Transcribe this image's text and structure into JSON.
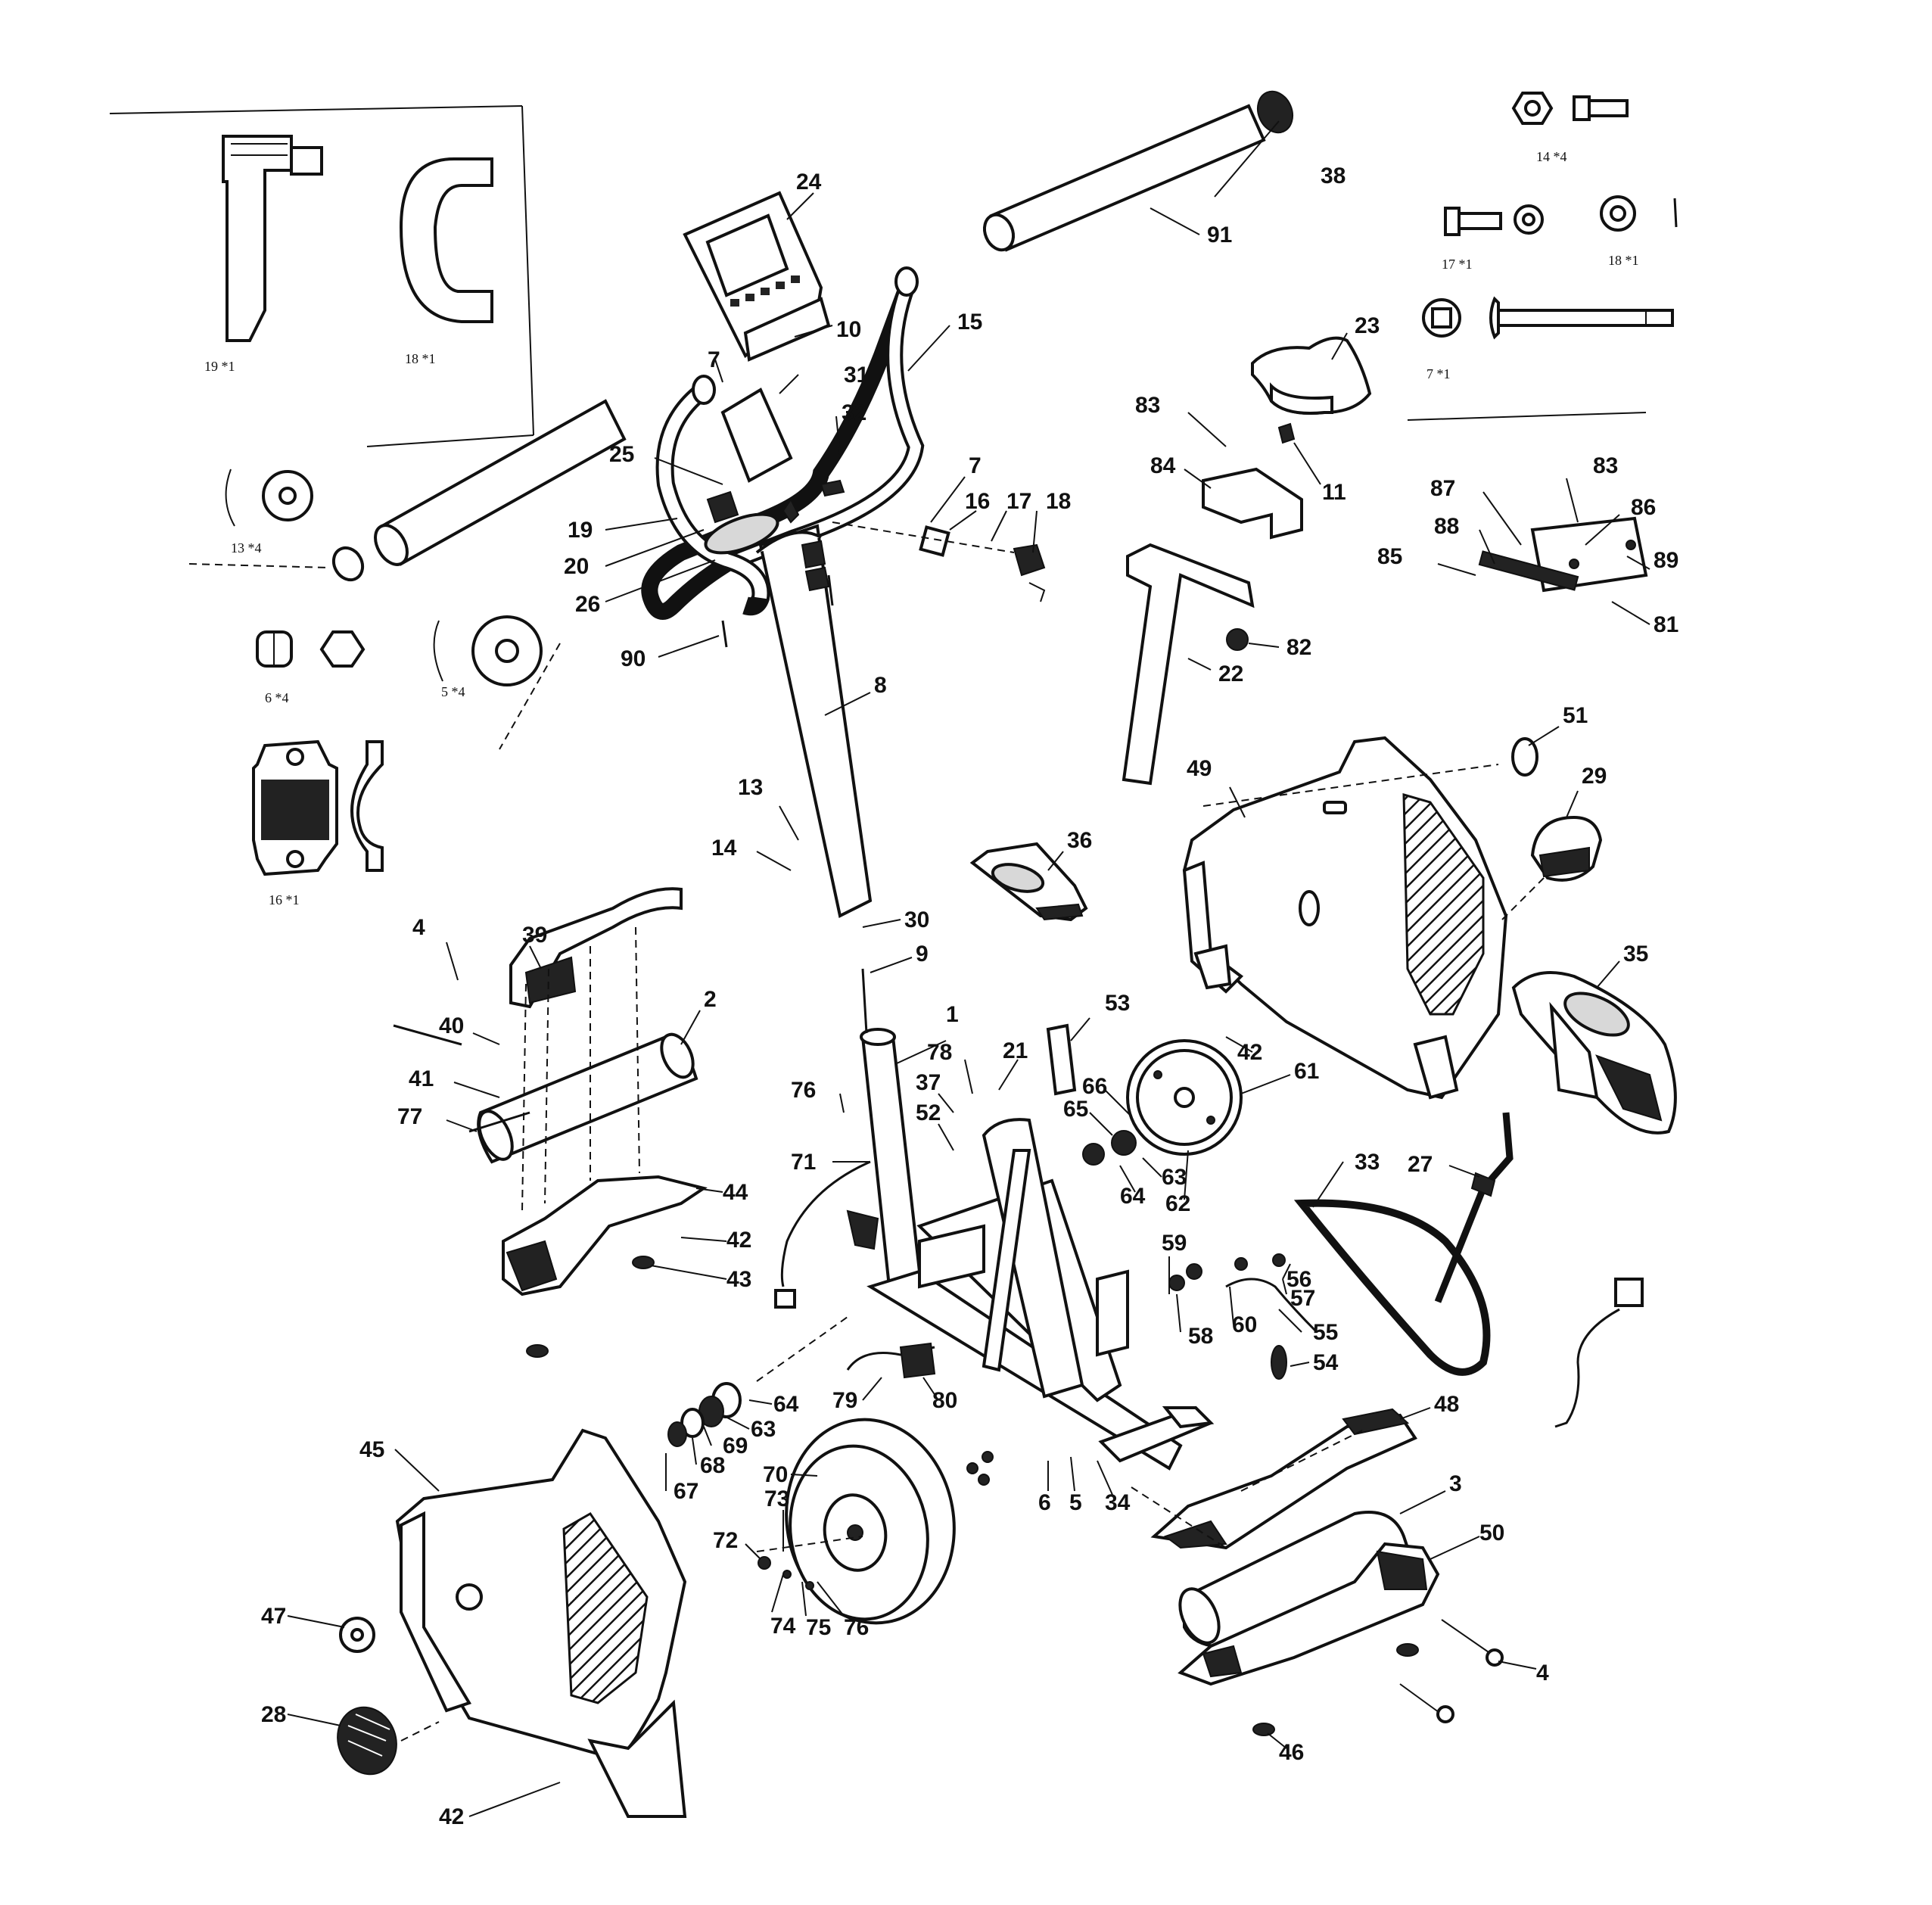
{
  "callouts": [
    {
      "id": "c24",
      "text": "24"
    },
    {
      "id": "c38",
      "text": "38"
    },
    {
      "id": "c91",
      "text": "91"
    },
    {
      "id": "c10",
      "text": "10"
    },
    {
      "id": "c15",
      "text": "15"
    },
    {
      "id": "c7a",
      "text": "7"
    },
    {
      "id": "c31",
      "text": "31"
    },
    {
      "id": "c32",
      "text": "32"
    },
    {
      "id": "c25",
      "text": "25"
    },
    {
      "id": "c7b",
      "text": "7"
    },
    {
      "id": "c16",
      "text": "16"
    },
    {
      "id": "c17",
      "text": "17"
    },
    {
      "id": "c18",
      "text": "18"
    },
    {
      "id": "c19",
      "text": "19"
    },
    {
      "id": "c20",
      "text": "20"
    },
    {
      "id": "c26",
      "text": "26"
    },
    {
      "id": "c90",
      "text": "90"
    },
    {
      "id": "c8",
      "text": "8"
    },
    {
      "id": "c23",
      "text": "23"
    },
    {
      "id": "c83a",
      "text": "83"
    },
    {
      "id": "c84",
      "text": "84"
    },
    {
      "id": "c11",
      "text": "11"
    },
    {
      "id": "c83b",
      "text": "83"
    },
    {
      "id": "c87",
      "text": "87"
    },
    {
      "id": "c86",
      "text": "86"
    },
    {
      "id": "c88",
      "text": "88"
    },
    {
      "id": "c85",
      "text": "85"
    },
    {
      "id": "c89",
      "text": "89"
    },
    {
      "id": "c81",
      "text": "81"
    },
    {
      "id": "c82",
      "text": "82"
    },
    {
      "id": "c22",
      "text": "22"
    },
    {
      "id": "c51",
      "text": "51"
    },
    {
      "id": "c49",
      "text": "49"
    },
    {
      "id": "c29",
      "text": "29"
    },
    {
      "id": "c36",
      "text": "36"
    },
    {
      "id": "c13",
      "text": "13"
    },
    {
      "id": "c14",
      "text": "14"
    },
    {
      "id": "c30",
      "text": "30"
    },
    {
      "id": "c9",
      "text": "9"
    },
    {
      "id": "c35",
      "text": "35"
    },
    {
      "id": "c4a",
      "text": "4"
    },
    {
      "id": "c39",
      "text": "39"
    },
    {
      "id": "c2",
      "text": "2"
    },
    {
      "id": "c40",
      "text": "40"
    },
    {
      "id": "c41",
      "text": "41"
    },
    {
      "id": "c77",
      "text": "77"
    },
    {
      "id": "c1",
      "text": "1"
    },
    {
      "id": "c53",
      "text": "53"
    },
    {
      "id": "c42a",
      "text": "42"
    },
    {
      "id": "c61",
      "text": "61"
    },
    {
      "id": "c78",
      "text": "78"
    },
    {
      "id": "c21",
      "text": "21"
    },
    {
      "id": "c76",
      "text": "76"
    },
    {
      "id": "c37",
      "text": "37"
    },
    {
      "id": "c52",
      "text": "52"
    },
    {
      "id": "c66",
      "text": "66"
    },
    {
      "id": "c65",
      "text": "65"
    },
    {
      "id": "c63a",
      "text": "63"
    },
    {
      "id": "c64a",
      "text": "64"
    },
    {
      "id": "c62",
      "text": "62"
    },
    {
      "id": "c71",
      "text": "71"
    },
    {
      "id": "c33",
      "text": "33"
    },
    {
      "id": "c27",
      "text": "27"
    },
    {
      "id": "c44",
      "text": "44"
    },
    {
      "id": "c42b",
      "text": "42"
    },
    {
      "id": "c43",
      "text": "43"
    },
    {
      "id": "c59",
      "text": "59"
    },
    {
      "id": "c56",
      "text": "56"
    },
    {
      "id": "c57",
      "text": "57"
    },
    {
      "id": "c58",
      "text": "58"
    },
    {
      "id": "c60",
      "text": "60"
    },
    {
      "id": "c55",
      "text": "55"
    },
    {
      "id": "c54",
      "text": "54"
    },
    {
      "id": "c79",
      "text": "79"
    },
    {
      "id": "c80",
      "text": "80"
    },
    {
      "id": "c64b",
      "text": "64"
    },
    {
      "id": "c63b",
      "text": "63"
    },
    {
      "id": "c69",
      "text": "69"
    },
    {
      "id": "c68",
      "text": "68"
    },
    {
      "id": "c70",
      "text": "70"
    },
    {
      "id": "c67",
      "text": "67"
    },
    {
      "id": "c48",
      "text": "48"
    },
    {
      "id": "c45",
      "text": "45"
    },
    {
      "id": "c6",
      "text": "6"
    },
    {
      "id": "c5",
      "text": "5"
    },
    {
      "id": "c34",
      "text": "34"
    },
    {
      "id": "c3",
      "text": "3"
    },
    {
      "id": "c50",
      "text": "50"
    },
    {
      "id": "c73",
      "text": "73"
    },
    {
      "id": "c72",
      "text": "72"
    },
    {
      "id": "c74",
      "text": "74"
    },
    {
      "id": "c75",
      "text": "75"
    },
    {
      "id": "c76b",
      "text": "76"
    },
    {
      "id": "c47",
      "text": "47"
    },
    {
      "id": "c4b",
      "text": "4"
    },
    {
      "id": "c28",
      "text": "28"
    },
    {
      "id": "c46",
      "text": "46"
    },
    {
      "id": "c42c",
      "text": "42"
    }
  ],
  "kit_labels": {
    "k19": "19 *1",
    "k18a": "18 *1",
    "k13": "13 *4",
    "k6": "6 *4",
    "k5": "5 *4",
    "k16": "16 *1",
    "k14": "14 *4",
    "k17": "17 *1",
    "k18b": "18 *1",
    "k7": "7 *1"
  }
}
